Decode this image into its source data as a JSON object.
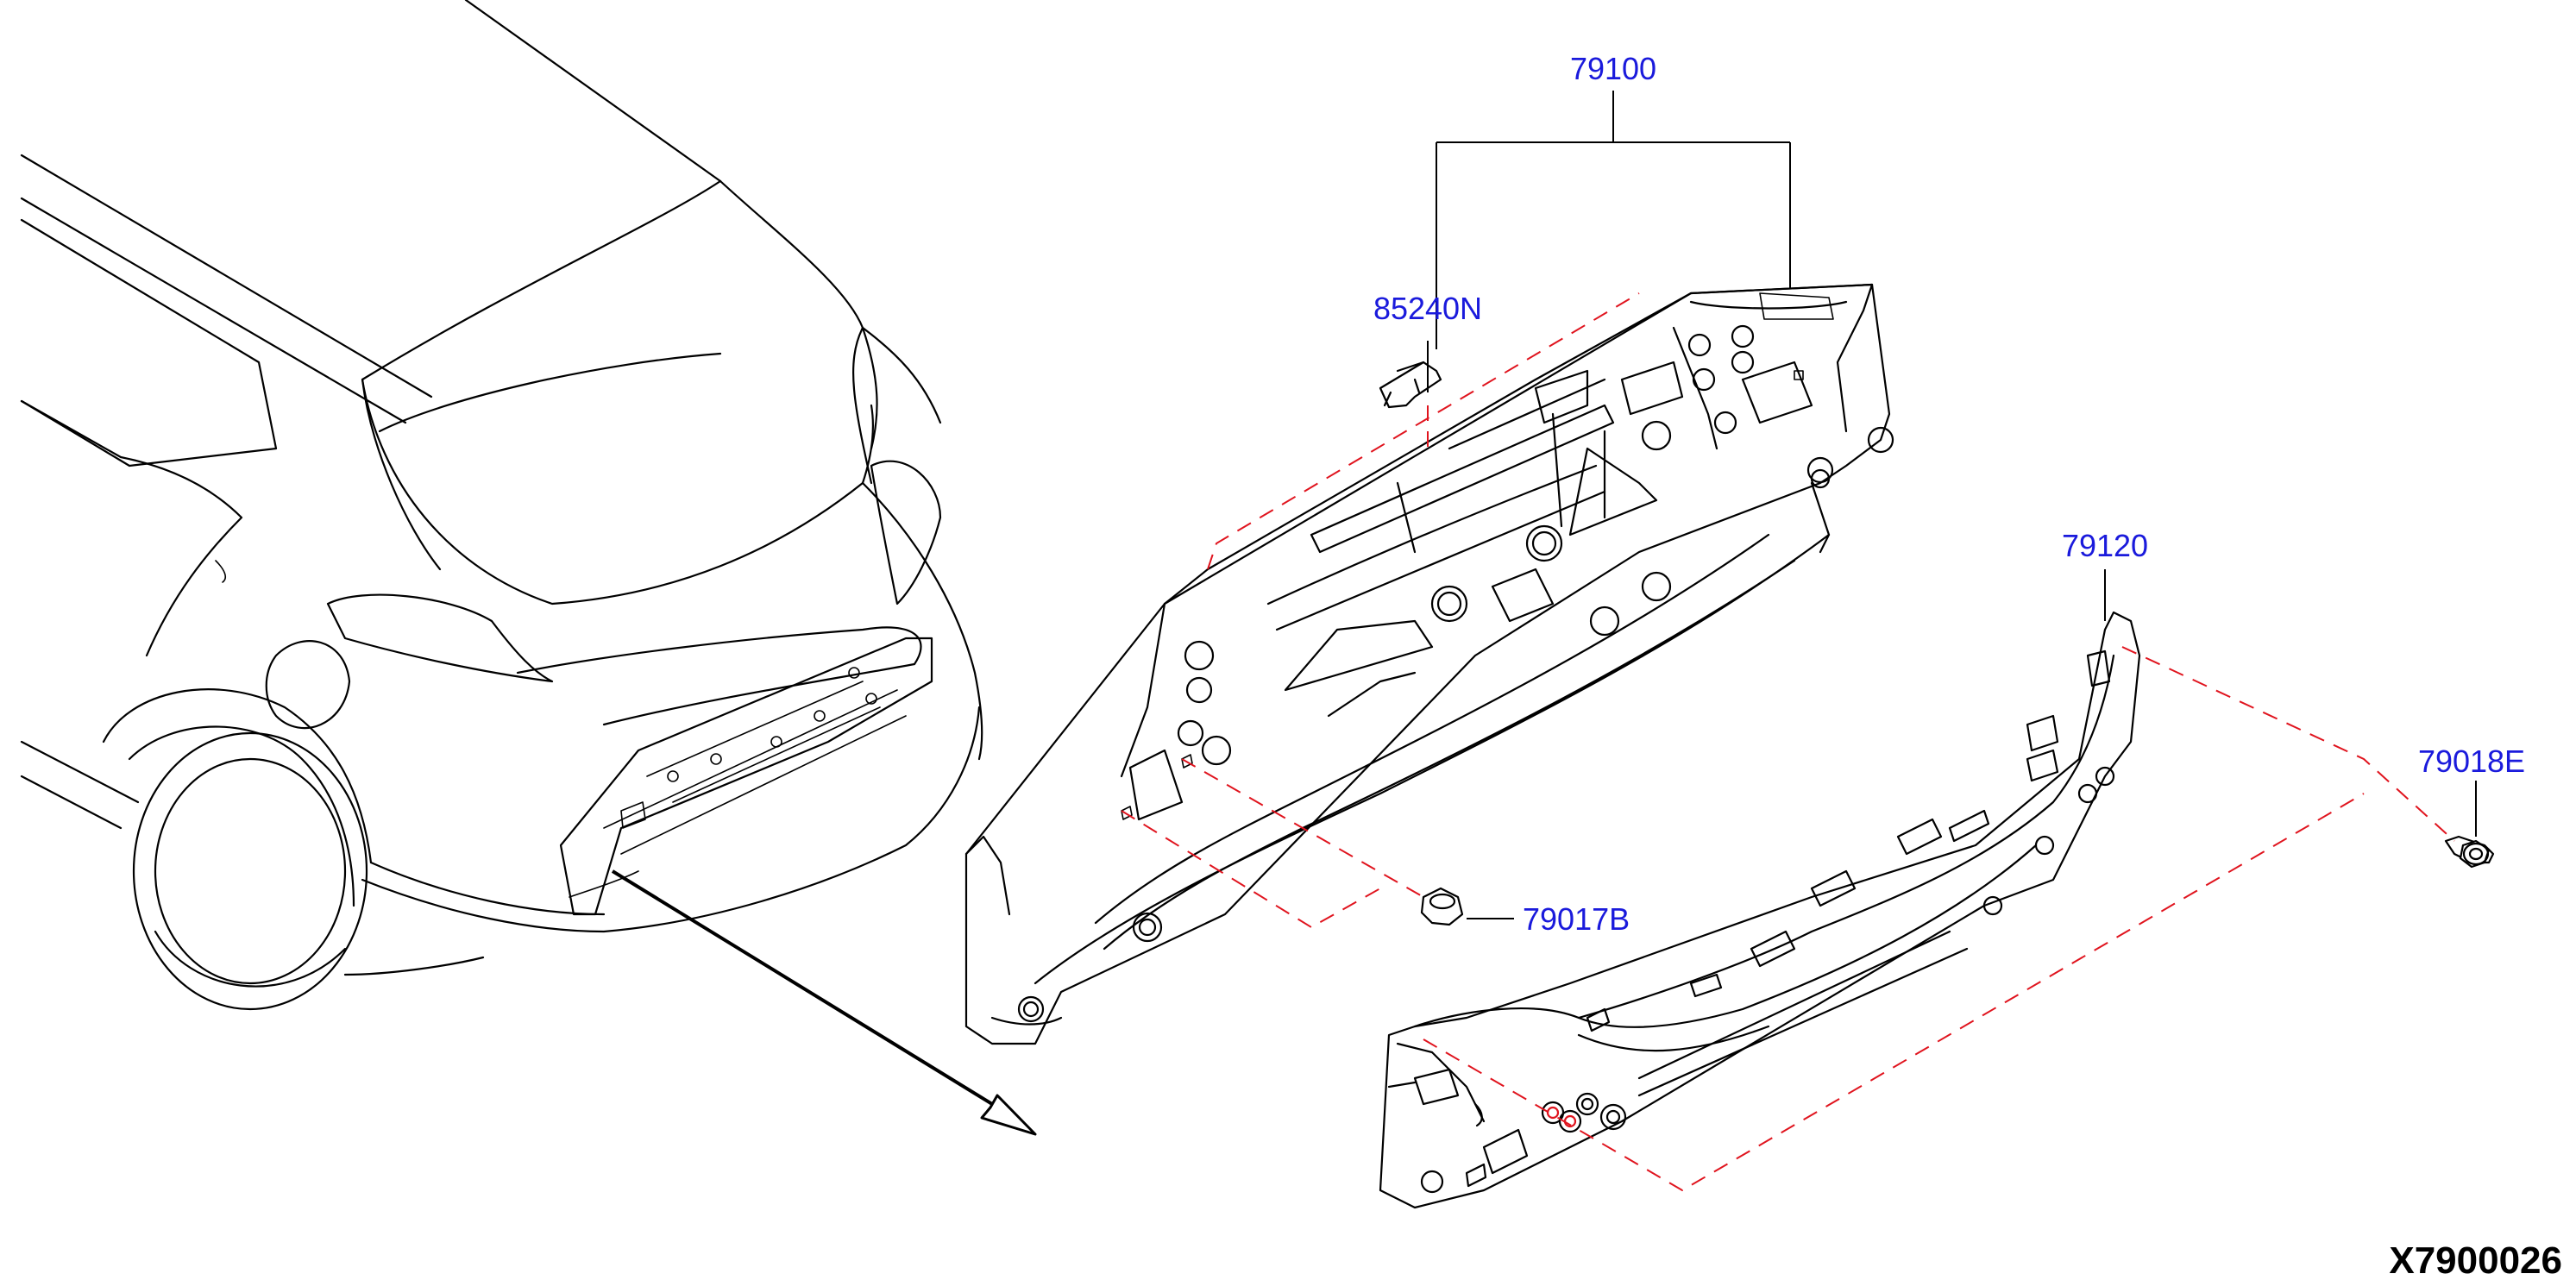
{
  "colors": {
    "line": "#000000",
    "label": "#1a1adc",
    "dashed_guide": "#e0141e",
    "background": "#ffffff"
  },
  "labels": {
    "part_79100": "79100",
    "part_85240N": "85240N",
    "part_79120": "79120",
    "part_79018E": "79018E",
    "part_79017B": "79017B"
  },
  "reference_code": "X7900026"
}
